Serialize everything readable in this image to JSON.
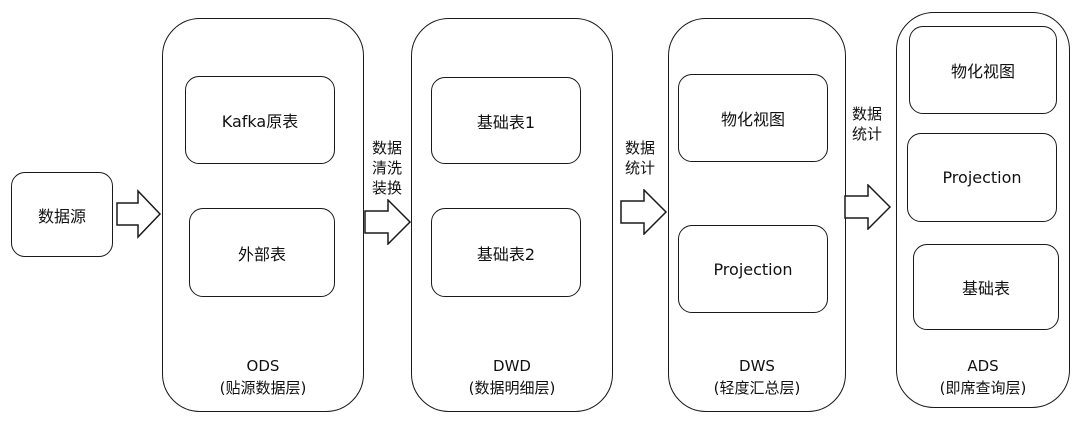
{
  "source": {
    "label": "数据源"
  },
  "layers": {
    "ods": {
      "name": "ODS",
      "desc": "(贴源数据层)",
      "items": [
        "Kafka原表",
        "外部表"
      ]
    },
    "dwd": {
      "name": "DWD",
      "desc": "(数据明细层)",
      "items": [
        "基础表1",
        "基础表2"
      ]
    },
    "dws": {
      "name": "DWS",
      "desc": "(轻度汇总层)",
      "items": [
        "物化视图",
        "Projection"
      ]
    },
    "ads": {
      "name": "ADS",
      "desc": "(即席查询层)",
      "items": [
        "物化视图",
        "Projection",
        "基础表"
      ]
    }
  },
  "arrows": {
    "ods_to_dwd": {
      "lines": [
        "数据",
        "清洗",
        "装换"
      ]
    },
    "dwd_to_dws": {
      "lines": [
        "数据",
        "统计"
      ]
    },
    "dws_to_ads": {
      "lines": [
        "数据",
        "统计"
      ]
    }
  }
}
